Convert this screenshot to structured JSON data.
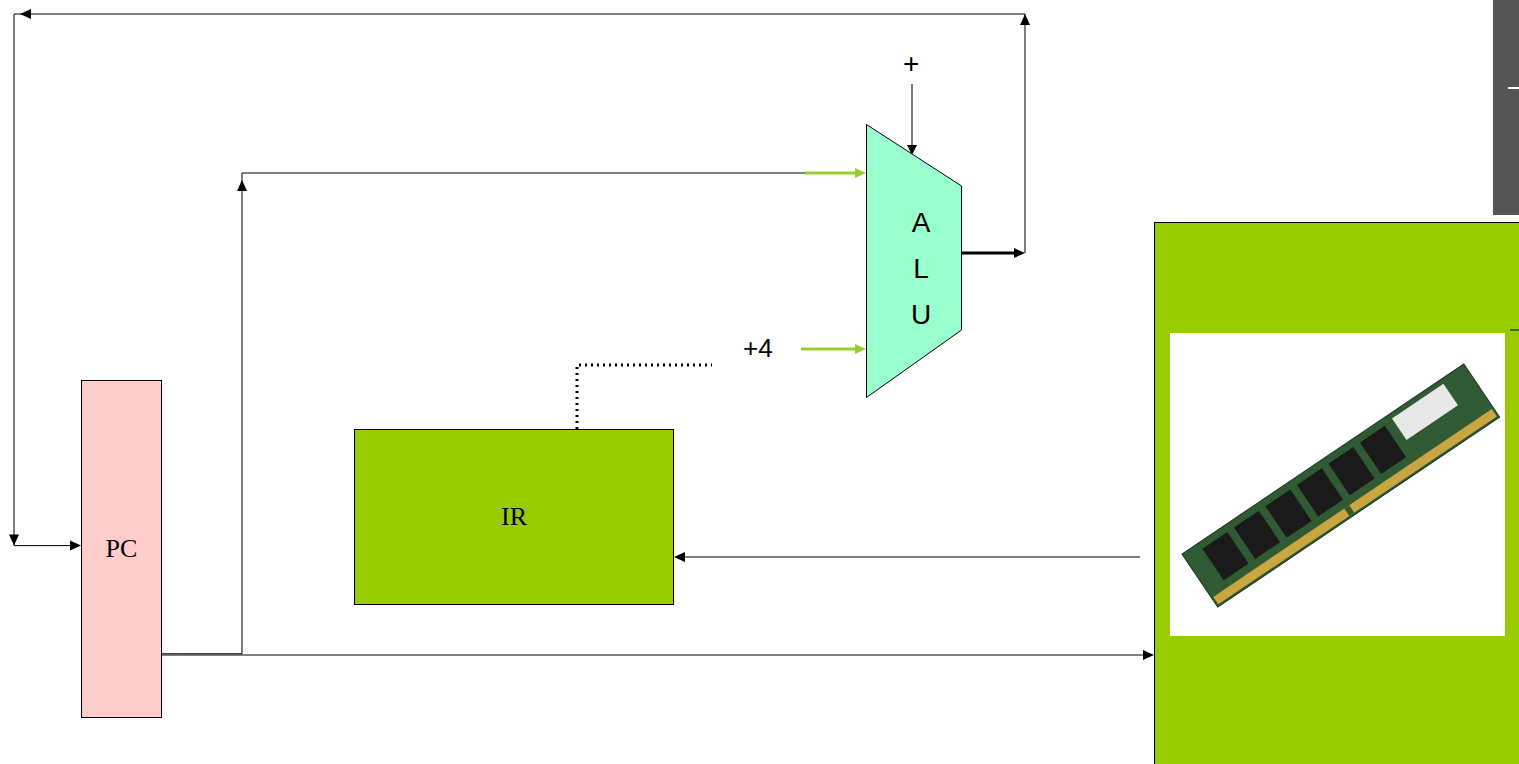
{
  "diagram": {
    "nodes": [
      {
        "text": [
          "PC"
        ]
      },
      {
        "text": [
          "IR"
        ]
      },
      {
        "text": [
          "A L U"
        ]
      }
    ],
    "edges": [
      {
        "from": 0,
        "to": 2,
        "arrow": "to"
      },
      {
        "from": 2,
        "to": 0,
        "arrow": "to"
      }
    ],
    "labels": [
      "+",
      "+4"
    ]
  }
}
